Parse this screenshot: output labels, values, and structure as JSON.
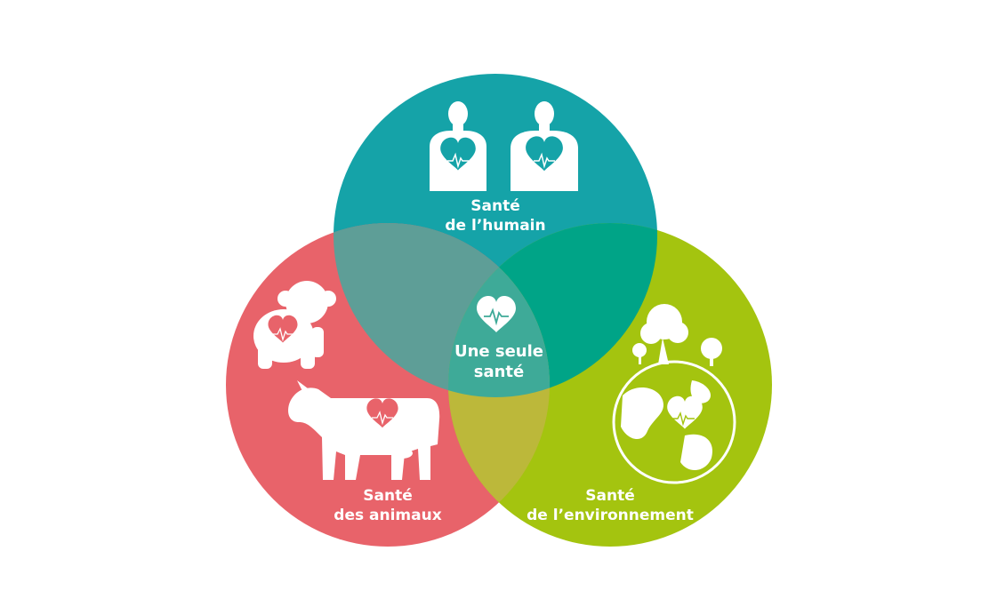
{
  "diagram": {
    "colors": {
      "human": "#15a3a8",
      "animals": "#e8636a",
      "environment": "#a4c40f",
      "overlap_human_animals": "#5e9e97",
      "overlap_human_environment": "#00a487",
      "overlap_animals_environment": "#bcb83a",
      "center": "#3eaa98"
    },
    "human": {
      "line1": "Santé",
      "line2": "de l’humain",
      "icons": [
        "human-torso-icon",
        "human-torso-icon"
      ]
    },
    "animals": {
      "line1": "Santé",
      "line2": "des animaux",
      "icons": [
        "monkey-icon",
        "cow-icon"
      ]
    },
    "environment": {
      "line1": "Santé",
      "line2": "de l’environnement",
      "icons": [
        "earth-trees-icon"
      ]
    },
    "center": {
      "line1": "Une seule",
      "line2": "santé",
      "icon": "heart-pulse-icon"
    }
  }
}
